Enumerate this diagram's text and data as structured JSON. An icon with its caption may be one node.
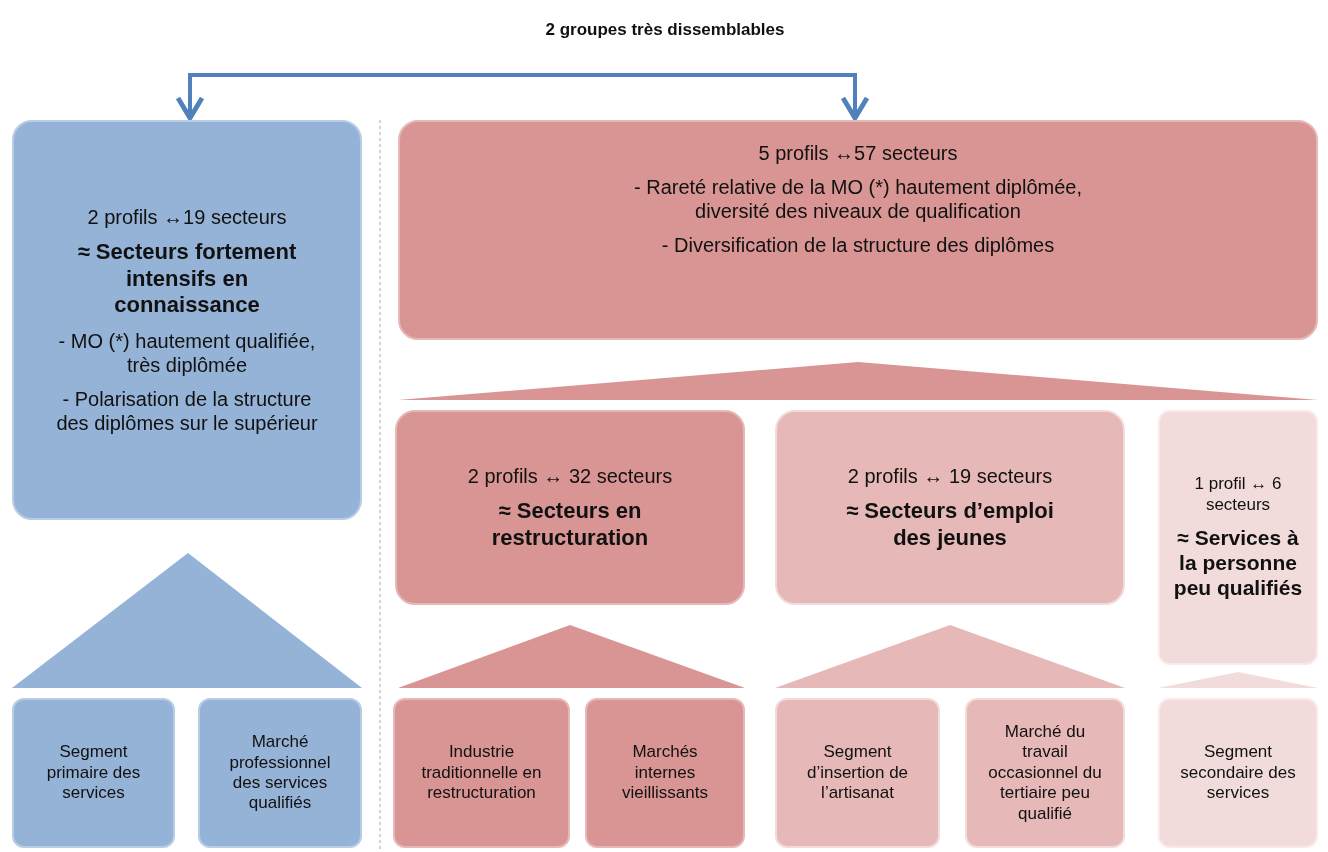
{
  "diagram": {
    "title": "2 groupes très dissemblables",
    "nodes": [
      {
        "text": [
          "2 profils ↔19 secteurs",
          "≈ Secteurs fortement intensifs en connaissance",
          "- MO (*) hautement qualifiée, très diplômée",
          "- Polarisation de la structure des diplômes sur le supérieur"
        ]
      },
      {
        "text": [
          "5 profils ↔57 secteurs",
          "- Rareté relative de la MO (*) hautement diplômée, diversité des niveaux de qualification",
          "- Diversification de la structure des diplômes"
        ]
      },
      {
        "text": [
          "2 profils ↔ 32 secteurs",
          "≈ Secteurs en restructuration"
        ]
      },
      {
        "text": [
          "2 profils ↔ 19 secteurs",
          "≈ Secteurs d’emploi des jeunes"
        ]
      },
      {
        "text": [
          "1 profil ↔ 6 secteurs",
          "≈ Services à la personne peu qualifiés"
        ]
      },
      {
        "text": [
          "Segment primaire des services"
        ]
      },
      {
        "text": [
          "Marché professionnel des services qualifiés"
        ]
      },
      {
        "text": [
          "Industrie traditionnelle en restructuration"
        ]
      },
      {
        "text": [
          "Marchés internes vieillissants"
        ]
      },
      {
        "text": [
          "Segment d’insertion de l’artisanat"
        ]
      },
      {
        "text": [
          "Marché du travail occasionnel du tertiaire peu qualifié"
        ]
      },
      {
        "text": [
          "Segment secondaire des services"
        ]
      },
      {
        "text": [],
        "shape": "triangle"
      },
      {
        "text": [],
        "shape": "triangle"
      },
      {
        "text": [],
        "shape": "triangle"
      },
      {
        "text": [],
        "shape": "triangle"
      },
      {
        "text": [],
        "shape": "triangle"
      }
    ],
    "edges": [
      {
        "from": null,
        "to": 0,
        "arrow": "to"
      },
      {
        "from": null,
        "to": 1,
        "arrow": "to"
      }
    ]
  }
}
